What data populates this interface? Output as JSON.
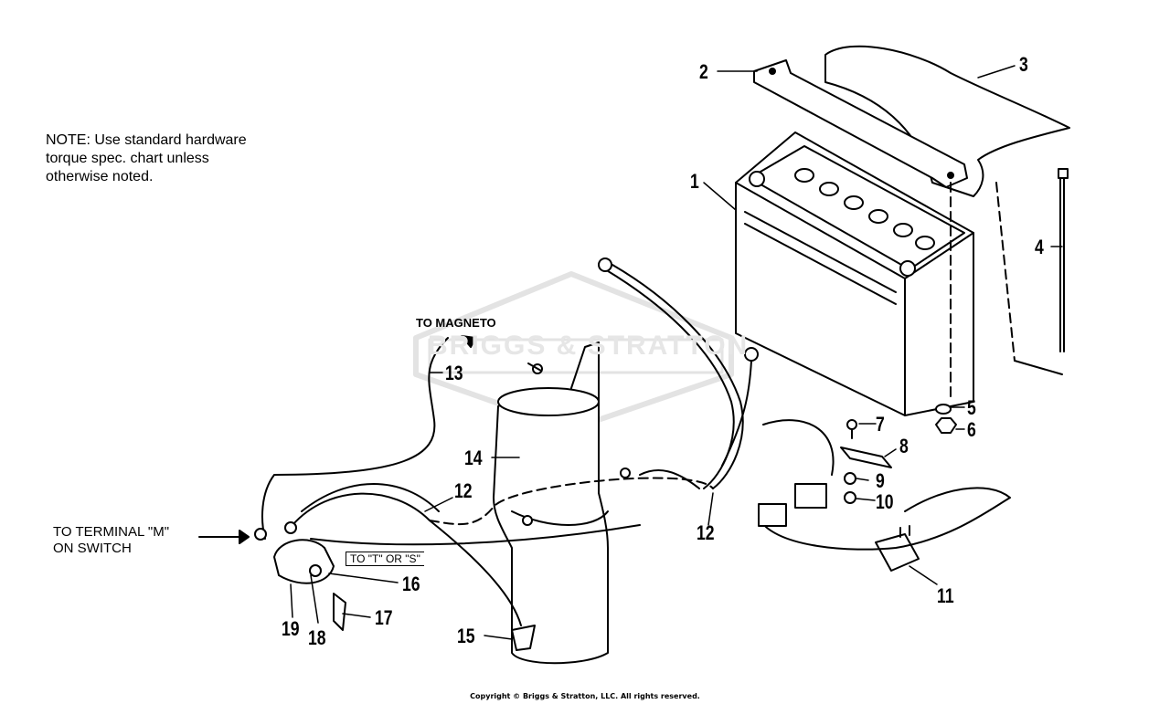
{
  "note": {
    "line1": "NOTE: Use standard hardware",
    "line2": "torque spec. chart unless",
    "line3": "otherwise noted."
  },
  "labels": {
    "to_magneto": "TO MAGNETO",
    "to_terminal_line1": "TO TERMINAL \"M\"",
    "to_terminal_line2": "ON SWITCH",
    "to_t_or_s": "TO \"T\" OR \"S\""
  },
  "callouts": [
    "1",
    "2",
    "3",
    "4",
    "5",
    "6",
    "7",
    "8",
    "9",
    "10",
    "11",
    "12",
    "12",
    "13",
    "14",
    "15",
    "16",
    "17",
    "18",
    "19"
  ],
  "watermark": "BRIGGS & STRATTON",
  "footer": "Copyright © Briggs & Stratton, LLC. All rights reserved."
}
